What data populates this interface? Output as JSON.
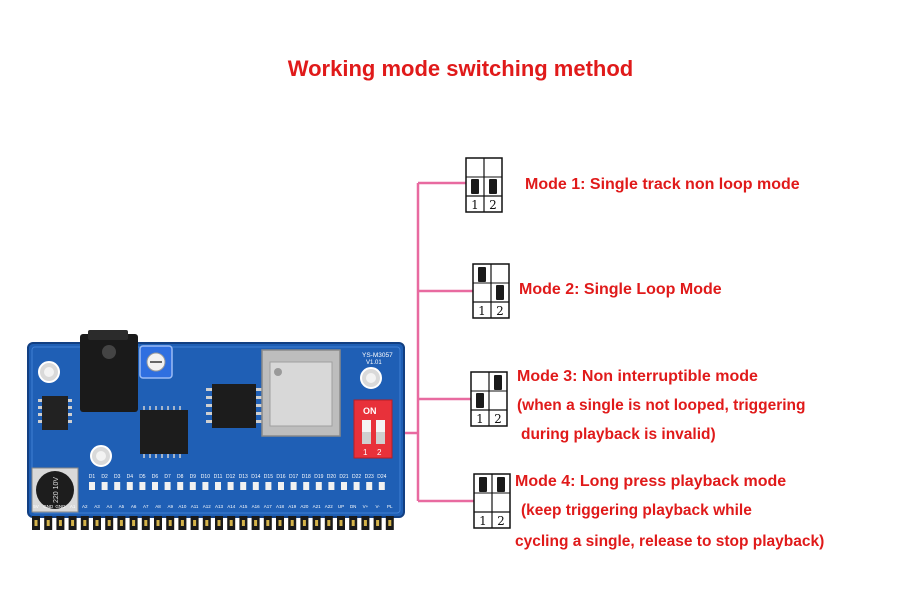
{
  "title": "Working mode switching method",
  "colors": {
    "title": "#e01a1a",
    "text": "#e01a1a",
    "connector": "#e86aa0",
    "pcb": "#1f5fb5"
  },
  "modes": [
    {
      "label": "Mode 1: Single track non loop mode",
      "switch_1": "on",
      "switch_2": "on"
    },
    {
      "label": "Mode 2: Single Loop Mode",
      "switch_1": "off",
      "switch_2": "on"
    },
    {
      "label": "Mode 3: Non interruptible mode",
      "detail": [
        "(when a single is not looped, triggering",
        "during playback is invalid)"
      ],
      "switch_1": "on",
      "switch_2": "off"
    },
    {
      "label": "Mode 4: Long press playback mode",
      "detail": [
        "(keep triggering playback while",
        "cycling a single, release to stop playback)"
      ],
      "switch_1": "off",
      "switch_2": "off"
    }
  ],
  "switch_pins": [
    "1",
    "2"
  ],
  "board": {
    "model": "YS-M3057",
    "version": "V1.01",
    "dip_label": "ON",
    "dip_numbers": [
      "1",
      "2"
    ],
    "cap_label": "220 10V",
    "pin_labels": [
      "5V",
      "GND",
      "GND",
      "A1",
      "A2",
      "A3",
      "A4",
      "A5",
      "A6",
      "A7",
      "A8",
      "A9",
      "A10",
      "A11",
      "A12",
      "A13",
      "A14",
      "A15",
      "A16",
      "A17",
      "A18",
      "A19",
      "A20",
      "A21",
      "A22",
      "UP",
      "DN",
      "V+",
      "V-",
      "PL"
    ],
    "top_labels": [
      "D1",
      "D2",
      "D3",
      "D4",
      "D5",
      "D6",
      "D7",
      "D8",
      "D9",
      "D10",
      "D11",
      "D12",
      "D13",
      "D14",
      "D15",
      "D16",
      "D17",
      "D18",
      "D19",
      "D20",
      "D21",
      "D22",
      "D23",
      "D24"
    ]
  }
}
